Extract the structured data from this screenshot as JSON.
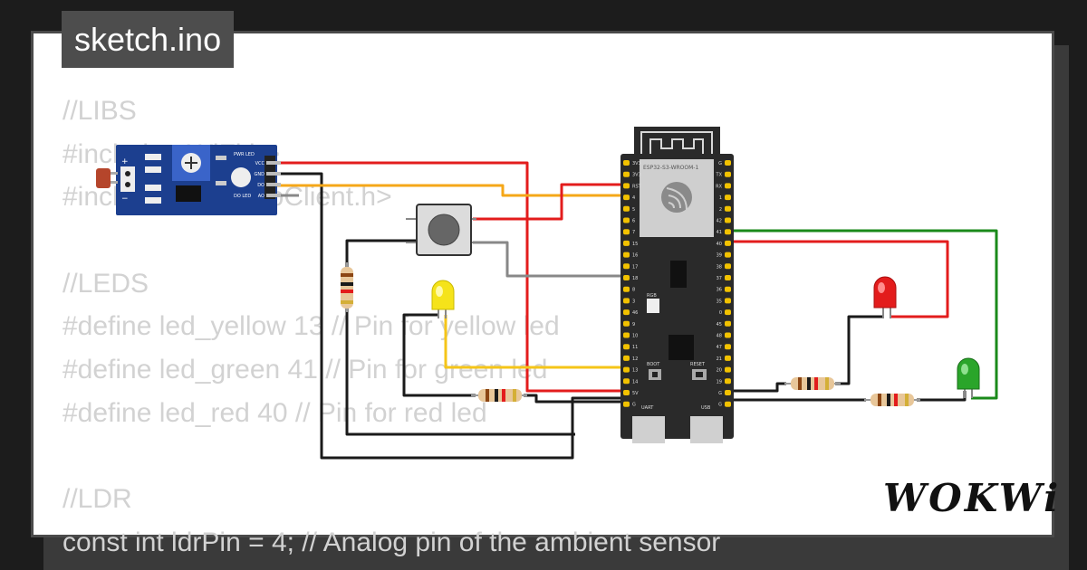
{
  "file": {
    "name": "sketch.ino"
  },
  "code_lines": [
    "//LIBS",
    "#include <WiFi.h>",
    "#include <PubSubClient.h>",
    "",
    "//LEDS",
    "#define led_yellow 13 // Pin for yellow led",
    "#define led_green 41 // Pin for green led",
    "#define led_red 40 // Pin for red led",
    "",
    "//LDR",
    "const int ldrPin = 4; // Analog pin of the ambient sensor"
  ],
  "board": {
    "label": "ESP32-S3-WROOM-1",
    "left_pins": [
      "3V3",
      "3V3",
      "RST",
      "4",
      "5",
      "6",
      "7",
      "15",
      "16",
      "17",
      "18",
      "8",
      "3",
      "46",
      "9",
      "10",
      "11",
      "12",
      "13",
      "14",
      "5V",
      "G"
    ],
    "right_pins": [
      "G",
      "TX",
      "RX",
      "1",
      "2",
      "42",
      "41",
      "40",
      "39",
      "38",
      "37",
      "36",
      "35",
      "0",
      "45",
      "48",
      "47",
      "21",
      "20",
      "19",
      "G",
      "G"
    ],
    "boot_label": "BOOT",
    "reset_label": "RESET",
    "rgb_label": "RGB",
    "uart_label": "UART",
    "usb_label": "USB"
  },
  "ldr_module": {
    "pins": [
      "VCC",
      "GND",
      "DO",
      "AO"
    ],
    "pwr_led_label": "PWR LED",
    "do_led_label": "DO LED",
    "plus": "+",
    "minus": "−"
  },
  "colors": {
    "wire_red": "#e31c1c",
    "wire_black": "#1a1a1a",
    "wire_yellow": "#f5c518",
    "wire_gray": "#888888",
    "wire_green": "#1a8a1a",
    "led_yellow": "#f5e31a",
    "led_red": "#e31c1c",
    "led_green": "#2aa52a",
    "board": "#2a2a2a",
    "module": "#1c3f8f"
  },
  "logo": {
    "text": "WOKWi"
  }
}
